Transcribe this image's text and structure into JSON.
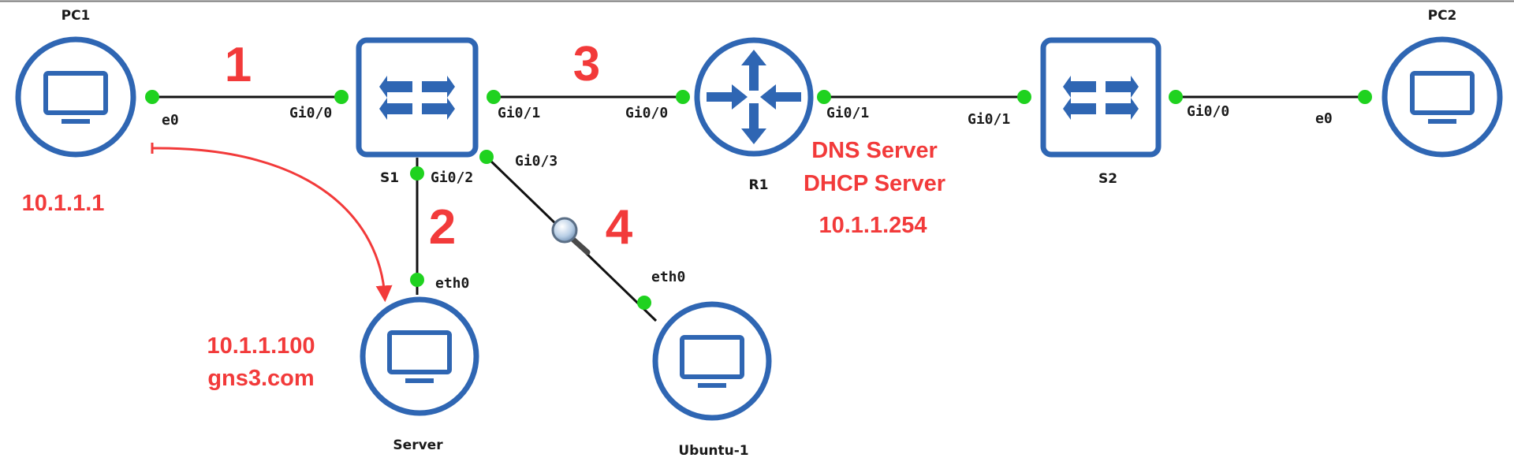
{
  "nodes": {
    "pc1": "PC1",
    "pc2": "PC2",
    "s1": "S1",
    "s2": "S2",
    "r1": "R1",
    "server": "Server",
    "ubuntu": "Ubuntu-1"
  },
  "ports": {
    "pc1_e0": "e0",
    "s1_gi00": "Gi0/0",
    "s1_gi01": "Gi0/1",
    "s1_gi02": "Gi0/2",
    "s1_gi03": "Gi0/3",
    "r1_gi00": "Gi0/0",
    "r1_gi01": "Gi0/1",
    "s2_gi01": "Gi0/1",
    "s2_gi00": "Gi0/0",
    "pc2_e0": "e0",
    "server_eth0": "eth0",
    "ubuntu_eth0": "eth0"
  },
  "segments": {
    "seg1": "1",
    "seg2": "2",
    "seg3": "3",
    "seg4": "4"
  },
  "annotations": {
    "pc1_ip": "10.1.1.1",
    "server_ip": "10.1.1.100",
    "server_domain": "gns3.com",
    "r1_dns": "DNS Server",
    "r1_dhcp": "DHCP Server",
    "r1_ip": "10.1.1.254"
  },
  "colors": {
    "device_blue": "#2f66b3",
    "port_green": "#1fd21f",
    "annotation_red": "#f23a3a"
  },
  "icons": {
    "pc": "monitor-icon",
    "switch": "switch-arrows-icon",
    "router": "router-arrows-icon",
    "capture": "magnifier-icon"
  }
}
